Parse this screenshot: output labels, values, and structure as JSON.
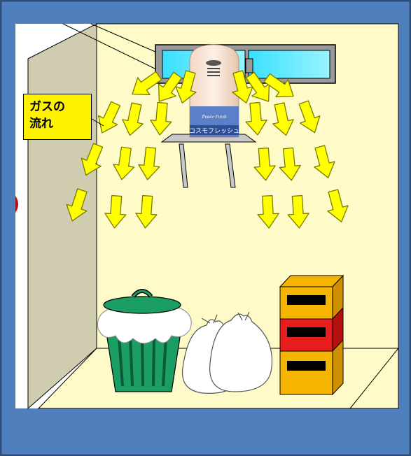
{
  "label": {
    "line1": "ガスの",
    "line2": "流れ"
  },
  "device": {
    "brand": "Peace Fresh",
    "product_name": "コスモフレッシュ"
  },
  "colors": {
    "frame": "#4f7fbd",
    "frame_border": "#2e4f7a",
    "wall": "#fffbc8",
    "side_wall": "#cfccb0",
    "arrow": "#ffff00",
    "bin": "#1a9e63",
    "crate_yellow": "#f4b400",
    "crate_red": "#e81e1e",
    "label_bg": "#fff200"
  },
  "icons": [
    "gas-flow-arrow",
    "trash-bin-icon",
    "garbage-bag-icon",
    "crate-stack-icon",
    "deodorizer-device-icon",
    "window-icon"
  ]
}
